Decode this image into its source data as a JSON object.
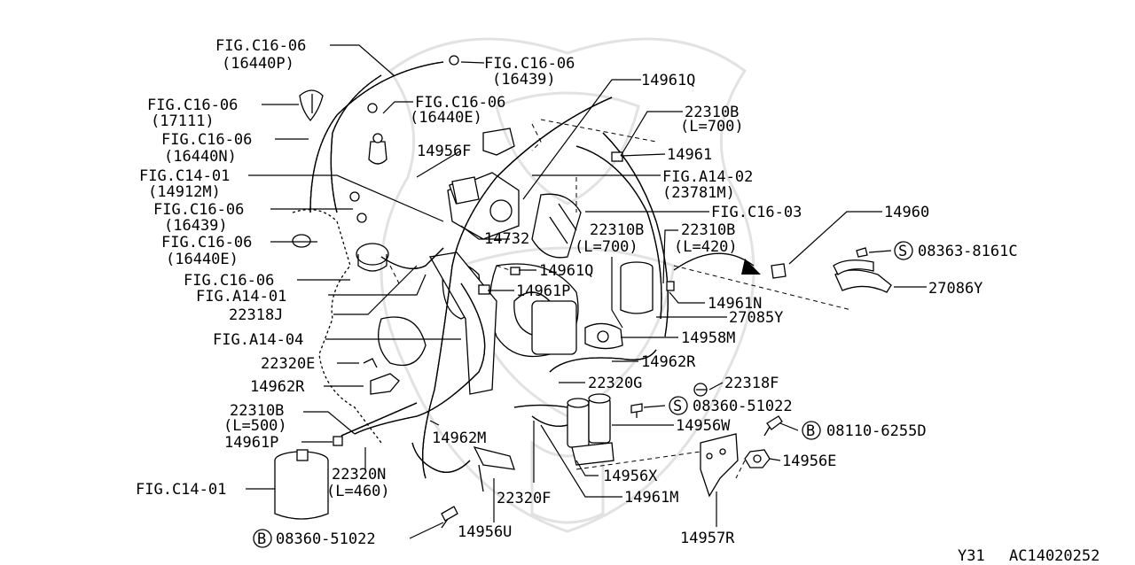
{
  "callouts": [
    {
      "id": "c1",
      "lines": [
        "FIG.C16-06",
        "(16440P)"
      ]
    },
    {
      "id": "c2",
      "lines": [
        "FIG.C16-06",
        "(16439)"
      ]
    },
    {
      "id": "c3",
      "lines": [
        "FIG.C16-06",
        "(17111)"
      ]
    },
    {
      "id": "c4",
      "lines": [
        "FIG.C16-06",
        "(16440E)"
      ]
    },
    {
      "id": "c5",
      "lines": [
        "FIG.C16-06",
        "(16440N)"
      ]
    },
    {
      "id": "c6",
      "lines": [
        "FIG.C14-01",
        "(14912M)"
      ]
    },
    {
      "id": "c7",
      "lines": [
        "FIG.C16-06",
        "(16439)"
      ]
    },
    {
      "id": "c8",
      "lines": [
        "FIG.C16-06",
        "(16440E)"
      ]
    },
    {
      "id": "c9",
      "lines": [
        "FIG.C16-06"
      ]
    },
    {
      "id": "c10",
      "lines": [
        "FIG.A14-01"
      ]
    },
    {
      "id": "c11",
      "lines": [
        "22318J"
      ]
    },
    {
      "id": "c12",
      "lines": [
        "FIG.A14-04"
      ]
    },
    {
      "id": "c13",
      "lines": [
        "22320E"
      ]
    },
    {
      "id": "c14",
      "lines": [
        "14962R"
      ]
    },
    {
      "id": "c15",
      "lines": [
        "22310B",
        "(L=500)"
      ]
    },
    {
      "id": "c16",
      "lines": [
        "14961P"
      ]
    },
    {
      "id": "c17",
      "lines": [
        "FIG.C14-01"
      ]
    },
    {
      "id": "c18",
      "lines": [
        "22320N",
        "(L=460)"
      ]
    },
    {
      "id": "c19",
      "lines": [
        "08360-51022"
      ],
      "badge": "B"
    },
    {
      "id": "c20",
      "lines": [
        "14956U"
      ]
    },
    {
      "id": "c21",
      "lines": [
        "22320F"
      ]
    },
    {
      "id": "c22",
      "lines": [
        "14962M"
      ]
    },
    {
      "id": "c23",
      "lines": [
        "14961Q"
      ]
    },
    {
      "id": "c24",
      "lines": [
        "14956F"
      ]
    },
    {
      "id": "c25",
      "lines": [
        "14732"
      ]
    },
    {
      "id": "c26",
      "lines": [
        "14961Q"
      ]
    },
    {
      "id": "c27",
      "lines": [
        "14961P"
      ]
    },
    {
      "id": "c28",
      "lines": [
        "22310B",
        "(L=700)"
      ]
    },
    {
      "id": "c29",
      "lines": [
        "14961"
      ]
    },
    {
      "id": "c30",
      "lines": [
        "FIG.A14-02",
        "(23781M)"
      ]
    },
    {
      "id": "c31",
      "lines": [
        "FIG.C16-03"
      ]
    },
    {
      "id": "c32",
      "lines": [
        "22310B",
        "(L=700)"
      ]
    },
    {
      "id": "c33",
      "lines": [
        "22310B",
        "(L=420)"
      ]
    },
    {
      "id": "c34",
      "lines": [
        "14960"
      ]
    },
    {
      "id": "c35",
      "lines": [
        "08363-8161C"
      ],
      "badge": "S"
    },
    {
      "id": "c36",
      "lines": [
        "27086Y"
      ]
    },
    {
      "id": "c37",
      "lines": [
        "14961N"
      ]
    },
    {
      "id": "c38",
      "lines": [
        "27085Y"
      ]
    },
    {
      "id": "c39",
      "lines": [
        "14958M"
      ]
    },
    {
      "id": "c40",
      "lines": [
        "14962R"
      ]
    },
    {
      "id": "c41",
      "lines": [
        "22320G"
      ]
    },
    {
      "id": "c42",
      "lines": [
        "22318F"
      ]
    },
    {
      "id": "c43",
      "lines": [
        "08360-51022"
      ],
      "badge": "S"
    },
    {
      "id": "c44",
      "lines": [
        "14956W"
      ]
    },
    {
      "id": "c45",
      "lines": [
        "08110-6255D"
      ],
      "badge": "B"
    },
    {
      "id": "c46",
      "lines": [
        "14956E"
      ]
    },
    {
      "id": "c47",
      "lines": [
        "14956X"
      ]
    },
    {
      "id": "c48",
      "lines": [
        "14961M"
      ]
    },
    {
      "id": "c49",
      "lines": [
        "14957R"
      ]
    }
  ],
  "footer": {
    "model": "Y31",
    "code": "AC14020252"
  },
  "colors": {
    "ink": "#000000",
    "background": "#ffffff",
    "watermark": "#e2e2e2"
  }
}
